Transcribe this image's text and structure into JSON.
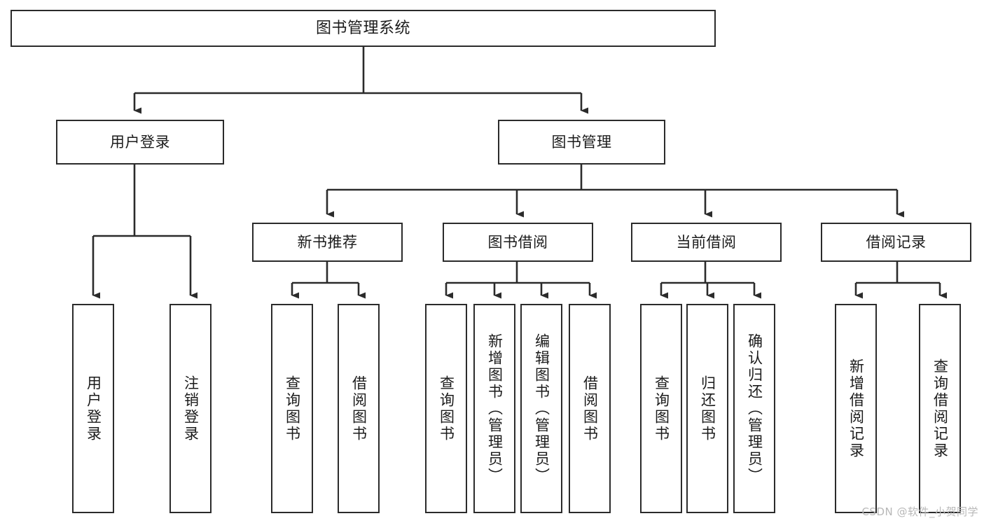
{
  "diagram": {
    "type": "tree",
    "title": "图书管理系统",
    "orientation": "top-down",
    "colors": {
      "box_border": "#2b2b2b",
      "box_fill": "#ffffff",
      "edge": "#2b2b2b",
      "text": "#1b1b1b",
      "watermark": "#b8b8b8",
      "canvas": "#ffffff"
    },
    "nodes": {
      "root": {
        "label": "图书管理系统",
        "level": 1,
        "orientation": "horizontal"
      },
      "l2_user_login": {
        "label": "用户登录",
        "level": 2,
        "orientation": "horizontal"
      },
      "l2_book_manage": {
        "label": "图书管理",
        "level": 2,
        "orientation": "horizontal"
      },
      "l3_new_book_rec": {
        "label": "新书推荐",
        "level": 3,
        "orientation": "horizontal"
      },
      "l3_book_borrow": {
        "label": "图书借阅",
        "level": 3,
        "orientation": "horizontal"
      },
      "l3_current_borrow": {
        "label": "当前借阅",
        "level": 3,
        "orientation": "horizontal"
      },
      "l3_borrow_record": {
        "label": "借阅记录",
        "level": 3,
        "orientation": "horizontal"
      },
      "leaf_user_login": {
        "label": "用户登录",
        "level": 4,
        "orientation": "vertical"
      },
      "leaf_user_logout": {
        "label": "注销登录",
        "level": 4,
        "orientation": "vertical"
      },
      "leaf_rec_query_book": {
        "label": "查询图书",
        "level": 4,
        "orientation": "vertical"
      },
      "leaf_rec_borrow_book": {
        "label": "借阅图书",
        "level": 4,
        "orientation": "vertical"
      },
      "leaf_borrow_query_book": {
        "label": "查询图书",
        "level": 4,
        "orientation": "vertical"
      },
      "leaf_borrow_add_book": {
        "label": "新增图书（管理员）",
        "level": 4,
        "orientation": "vertical"
      },
      "leaf_borrow_edit_book": {
        "label": "编辑图书（管理员）",
        "level": 4,
        "orientation": "vertical"
      },
      "leaf_borrow_borrow_book": {
        "label": "借阅图书",
        "level": 4,
        "orientation": "vertical"
      },
      "leaf_cur_query_book": {
        "label": "查询图书",
        "level": 4,
        "orientation": "vertical"
      },
      "leaf_cur_return_book": {
        "label": "归还图书",
        "level": 4,
        "orientation": "vertical"
      },
      "leaf_cur_confirm_return": {
        "label": "确认归还（管理员）",
        "level": 4,
        "orientation": "vertical"
      },
      "leaf_rec_add_record": {
        "label": "新增借阅记录",
        "level": 4,
        "orientation": "vertical"
      },
      "leaf_rec_query_record": {
        "label": "查询借阅记录",
        "level": 4,
        "orientation": "vertical"
      }
    },
    "edges": [
      {
        "from": "root",
        "to": "l2_user_login"
      },
      {
        "from": "root",
        "to": "l2_book_manage"
      },
      {
        "from": "l2_user_login",
        "to": "leaf_user_login"
      },
      {
        "from": "l2_user_login",
        "to": "leaf_user_logout"
      },
      {
        "from": "l2_book_manage",
        "to": "l3_new_book_rec"
      },
      {
        "from": "l2_book_manage",
        "to": "l3_book_borrow"
      },
      {
        "from": "l2_book_manage",
        "to": "l3_current_borrow"
      },
      {
        "from": "l2_book_manage",
        "to": "l3_borrow_record"
      },
      {
        "from": "l3_new_book_rec",
        "to": "leaf_rec_query_book"
      },
      {
        "from": "l3_new_book_rec",
        "to": "leaf_rec_borrow_book"
      },
      {
        "from": "l3_book_borrow",
        "to": "leaf_borrow_query_book"
      },
      {
        "from": "l3_book_borrow",
        "to": "leaf_borrow_add_book"
      },
      {
        "from": "l3_book_borrow",
        "to": "leaf_borrow_edit_book"
      },
      {
        "from": "l3_book_borrow",
        "to": "leaf_borrow_borrow_book"
      },
      {
        "from": "l3_current_borrow",
        "to": "leaf_cur_query_book"
      },
      {
        "from": "l3_current_borrow",
        "to": "leaf_cur_return_book"
      },
      {
        "from": "l3_current_borrow",
        "to": "leaf_cur_confirm_return"
      },
      {
        "from": "l3_borrow_record",
        "to": "leaf_rec_add_record"
      },
      {
        "from": "l3_borrow_record",
        "to": "leaf_rec_query_record"
      }
    ]
  },
  "watermark": {
    "text": "CSDN @软件_小贺同学"
  }
}
